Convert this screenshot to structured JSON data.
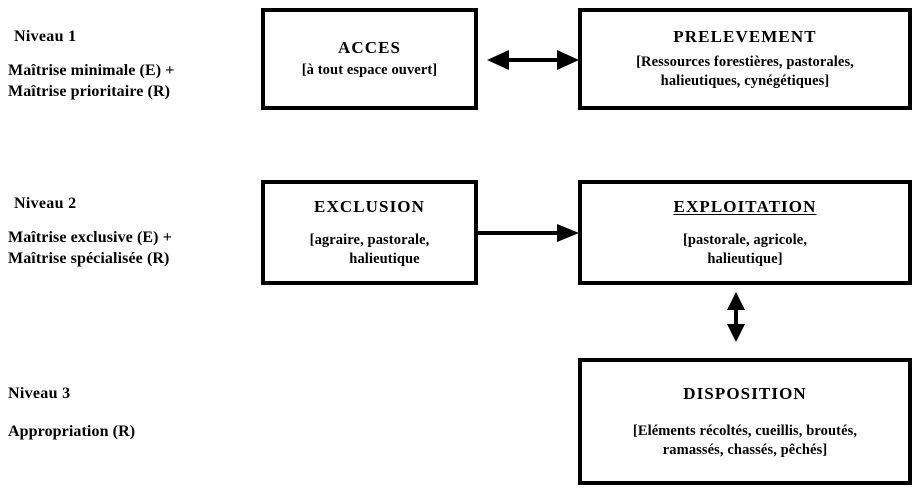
{
  "diagram": {
    "title_semantics": "hierarchie-des-niveaux-de-maitrise-fonciere",
    "levels": [
      {
        "id": "niveau-1",
        "title": "Niveau 1",
        "desc_line1": "Maîtrise minimale (E) +",
        "desc_line2": "Maîtrise  prioritaire (R)"
      },
      {
        "id": "niveau-2",
        "title": "Niveau 2",
        "desc_line1": "Maîtrise exclusive  (E) +",
        "desc_line2": "Maîtrise  spécialisée (R)"
      },
      {
        "id": "niveau-3",
        "title": "Niveau 3",
        "desc_line1": "Appropriation (R)",
        "desc_line2": ""
      }
    ],
    "boxes": [
      {
        "id": "acces",
        "title": "ACCES",
        "sub_line1": "[à tout espace ouvert]",
        "sub_line2": ""
      },
      {
        "id": "prelevement",
        "title": "PRELEVEMENT",
        "sub_line1": "[Ressources forestières, pastorales,",
        "sub_line2": "halieutiques, cynégétiques]"
      },
      {
        "id": "exclusion",
        "title": "EXCLUSION",
        "sub_line1": "[agraire, pastorale,",
        "sub_line2": "halieutique"
      },
      {
        "id": "exploitation",
        "title": "EXPLOITATION",
        "sub_line1": "[pastorale, agricole,",
        "sub_line2": "halieutique]"
      },
      {
        "id": "disposition",
        "title": "DISPOSITION",
        "sub_line1": "[Eléments récoltés, cueillis, broutés,",
        "sub_line2": "ramassés, chassés, pêchés]"
      }
    ],
    "arrows": [
      {
        "id": "acces-prelevement",
        "type": "double-headed-horizontal-arrow"
      },
      {
        "id": "exclusion-exploitation",
        "type": "right-arrow"
      },
      {
        "id": "exploitation-disposition",
        "type": "double-headed-vertical-arrow"
      }
    ],
    "colors": {
      "ink": "#000000",
      "paper": "#ffffff"
    }
  }
}
